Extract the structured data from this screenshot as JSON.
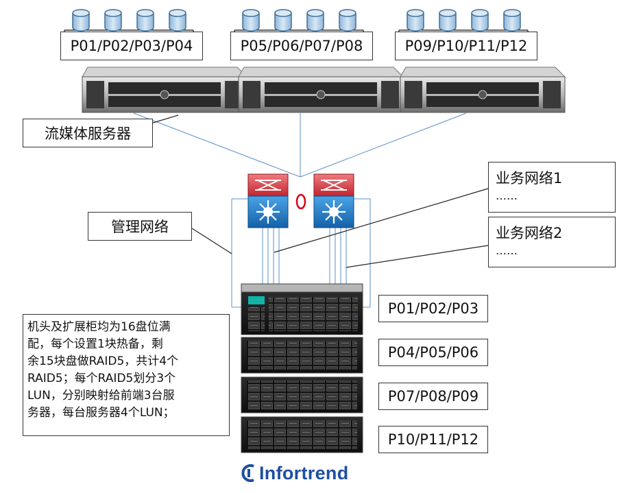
{
  "server_groups": [
    {
      "label": "P01/P02/P03/P04"
    },
    {
      "label": "P05/P06/P07/P08"
    },
    {
      "label": "P09/P10/P11/P12"
    }
  ],
  "streaming_server_label": "流媒体服务器",
  "management_network_label": "管理网络",
  "business_networks": [
    {
      "name": "业务网络1",
      "sub": "……"
    },
    {
      "name": "业务网络2",
      "sub": "……"
    }
  ],
  "storage_note": [
    "机头及扩展柜均为16盘位满",
    "配，每个设置1块热备，剩",
    "余15块盘做RAID5，共计4个",
    "RAID5；每个RAID5划分3个",
    "LUN，分别映射给前端3台服",
    "务器，每台服务器4个LUN；"
  ],
  "lun_groups": [
    {
      "label": "P01/P02/P03"
    },
    {
      "label": "P04/P05/P06"
    },
    {
      "label": "P07/P08/P09"
    },
    {
      "label": "P10/P11/P12"
    }
  ],
  "brand_logo": "Infortrend",
  "colors": {
    "disk_fill": "#b9d3e9",
    "disk_stroke": "#3d6f9a",
    "switch_red": "#d6323c",
    "switch_blue": "#1e78c8",
    "line_blue": "#5b8fc9",
    "ring_red": "#d8001a",
    "logo_blue": "#1d4fa2"
  }
}
